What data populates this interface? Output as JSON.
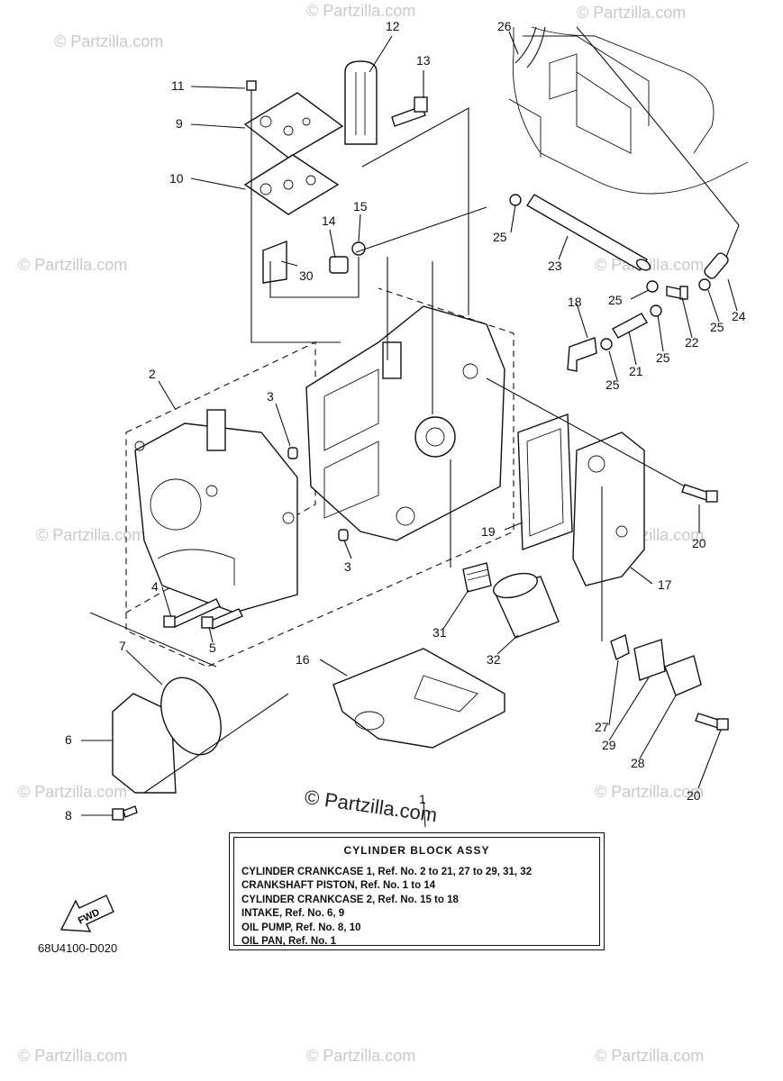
{
  "watermark": "© Partzilla.com",
  "diagram_code": "68U4100-D020",
  "direction_label": "FWD",
  "legend": {
    "title": "CYLINDER BLOCK ASSY",
    "lines": [
      "CYLINDER CRANKCASE 1, Ref. No. 2 to 21, 27 to 29, 31, 32",
      "CRANKSHAFT PISTON,       Ref. No. 1 to 14",
      "CYLINDER CRANKCASE 2, Ref. No. 15 to 18",
      "INTAKE,     Ref. No. 6, 9",
      "OIL PUMP, Ref. No. 8, 10",
      "OIL PAN,  Ref. No. 1"
    ]
  },
  "part_numbers": [
    "1",
    "2",
    "3",
    "3",
    "4",
    "5",
    "6",
    "7",
    "8",
    "9",
    "10",
    "11",
    "12",
    "13",
    "14",
    "15",
    "16",
    "17",
    "18",
    "19",
    "20",
    "20",
    "20",
    "21",
    "22",
    "23",
    "24",
    "25",
    "25",
    "25",
    "25",
    "25",
    "25",
    "26",
    "27",
    "28",
    "29",
    "30",
    "31",
    "32"
  ]
}
